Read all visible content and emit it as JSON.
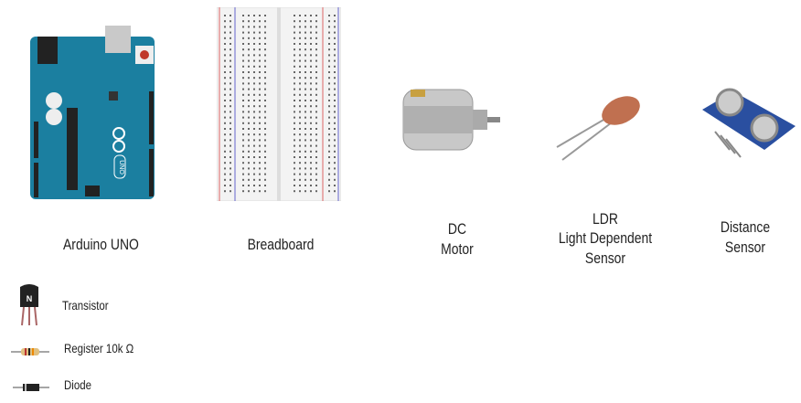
{
  "components": [
    {
      "name": "Arduino UNO",
      "lines": [
        "Arduino UNO"
      ]
    },
    {
      "name": "Breadboard",
      "lines": [
        "Breadboard"
      ]
    },
    {
      "name": "DC Motor",
      "lines": [
        "DC",
        "Motor"
      ]
    },
    {
      "name": "LDR",
      "lines": [
        "LDR",
        "Light Dependent",
        "Sensor"
      ]
    },
    {
      "name": "Distance Sensor",
      "lines": [
        "Distance",
        "Sensor"
      ]
    }
  ],
  "legend": [
    {
      "icon": "transistor-icon",
      "label": "Transistor",
      "badge": "N"
    },
    {
      "icon": "resistor-icon",
      "label": "Register 10k Ω"
    },
    {
      "icon": "diode-icon",
      "label": "Diode"
    }
  ],
  "board_text": "UNO",
  "colors": {
    "board": "#1b7fa0",
    "breadboard": "#f3f3f3",
    "sensor": "#2a4fa0"
  }
}
